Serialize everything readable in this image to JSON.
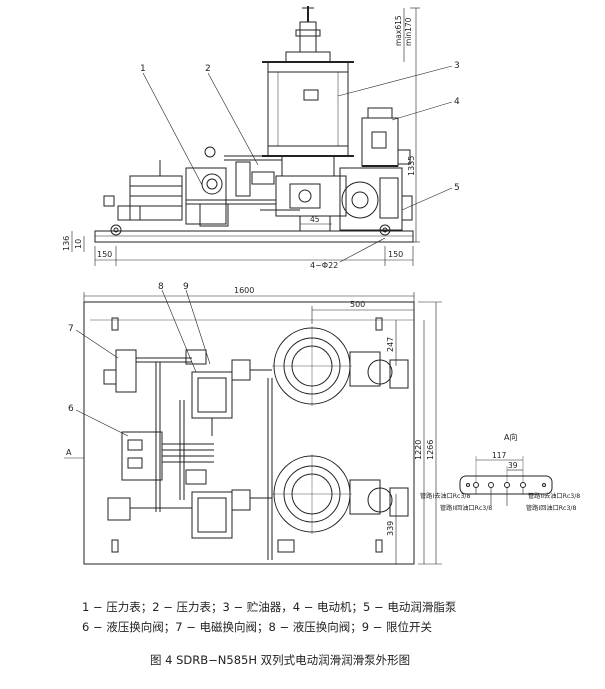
{
  "drawing": {
    "callouts": [
      "1",
      "2",
      "3",
      "4",
      "5",
      "6",
      "7",
      "8",
      "9"
    ],
    "side_view": {
      "height_max": "max615",
      "height_min": "min170",
      "overall_height": "1335",
      "base_height": "136",
      "base_offset": "10",
      "left_offset": "150",
      "right_offset": "150",
      "gap": "45",
      "mount_holes": "4−Φ22"
    },
    "plan_view": {
      "overall_length": "1600",
      "pump_offset": "500",
      "pump_upper_y": "247",
      "pump_lower_y": "339",
      "inner_width": "1220",
      "overall_width": "1266",
      "section_marker": "A"
    },
    "detail_a": {
      "title": "A向",
      "spacing_total": "117",
      "spacing_pitch": "39",
      "port_1": "管路I去油口Rc3/8",
      "port_2": "管路II回油口Rc3/8",
      "port_3": "管路II去油口Rc3/8",
      "port_4": "管路I回油口Rc3/8"
    }
  },
  "legend": {
    "line1": "1 − 压力表；2 − 压力表；3 − 贮油器，4 − 电动机；5 − 电动润滑脂泵",
    "line2": "6 − 液压换向阀；7 − 电磁换向阀；8 − 液压换向阀；9 − 限位开关"
  },
  "caption": "图 4  SDRB−N585H  双列式电动润滑润滑泵外形图"
}
